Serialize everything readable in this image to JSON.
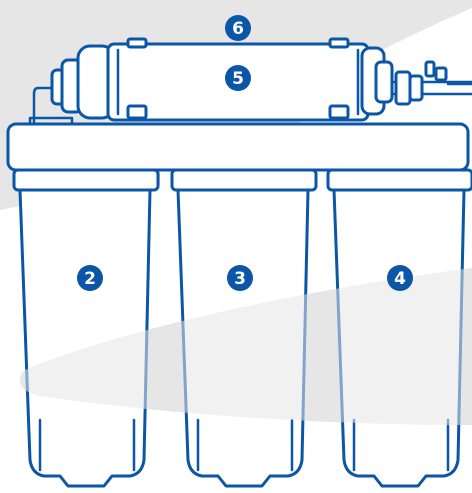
{
  "colors": {
    "outline": "#0b56a6",
    "badge_fill": "#0b56a6",
    "badge_text": "#ffffff",
    "background_band": "#e6e6e7",
    "background": "#ffffff"
  },
  "labels": {
    "stage_2": "2",
    "stage_3": "3",
    "stage_4": "4",
    "stage_5": "5",
    "stage_6": "6"
  }
}
